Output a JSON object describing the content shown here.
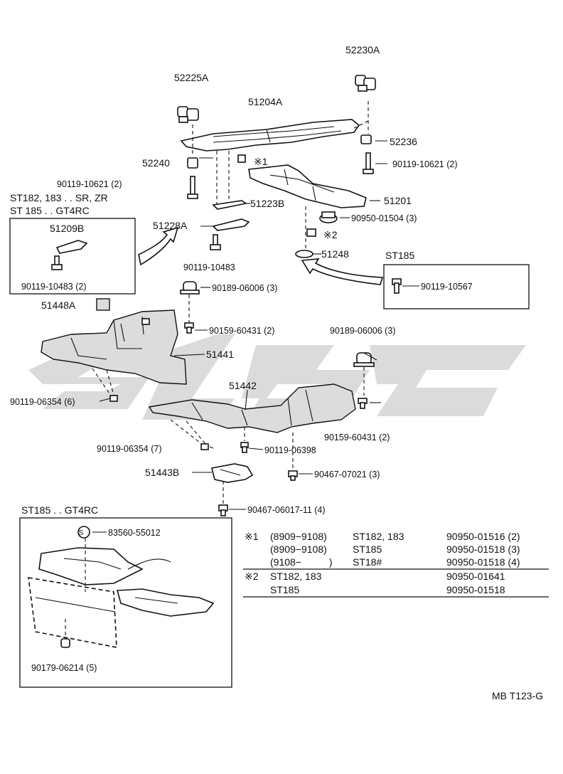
{
  "labels": {
    "p52230A": "52230A",
    "p52225A": "52225A",
    "p51204A": "51204A",
    "p52236": "52236",
    "p52240": "52240",
    "star1": "※1",
    "p90119_10621_r": "90119-10621 (2)",
    "p90119_10621_l": "90119-10621 (2)",
    "p51201": "51201",
    "p51223B": "51223B",
    "p90950_01504": "90950-01504 (3)",
    "p51228A": "51228A",
    "star2": "※2",
    "p51248": "51248",
    "p90119_10483": "90119-10483",
    "st185_label": "ST185",
    "p90119_10567": "90119-10567",
    "p90189_06006_top": "90189-06006 (3)",
    "p51448A": "51448A",
    "p90159_60431_top": "90159-60431 (2)",
    "p90189_06006_right": "90189-06006 (3)",
    "p51441": "51441",
    "p51442": "51442",
    "p90119_06354_6": "90119-06354 (6)",
    "p90159_60431_right": "90159-60431 (2)",
    "p90119_06354_7": "90119-06354 (7)",
    "p90119_06398": "90119-06398",
    "p51443B": "51443B",
    "p90467_07021": "90467-07021 (3)",
    "p90467_06017": "90467-06017-11 (4)",
    "st185_gt4rc": "ST185 . . GT4RC",
    "p83560": "83560-55012",
    "s_mark": "S",
    "p90179_06214": "90179-06214 (5)",
    "model_code": "MB T123-G"
  },
  "inset_left": {
    "header1": "ST182, 183 . . SR, ZR",
    "header2": "ST 185 . . GT4RC",
    "part": "51209B",
    "bolt": "90119-10483 (2)"
  },
  "notes": {
    "n1_mark": "※1",
    "n1_rows": [
      {
        "code": "(8909−9108)",
        "model": "ST182, 183",
        "part": "90950-01516 (2)"
      },
      {
        "code": "(8909−9108)",
        "model": "ST185",
        "part": "90950-01518 (3)"
      },
      {
        "code": "(9108−          )",
        "model": "ST18#",
        "part": "90950-01518 (4)"
      }
    ],
    "n2_mark": "※2",
    "n2_rows": [
      {
        "model": "ST182, 183",
        "part": "90950-01641"
      },
      {
        "model": "ST185",
        "part": "90950-01518"
      }
    ]
  },
  "colors": {
    "ink": "#111111",
    "watermark": "#bdbdbd"
  }
}
